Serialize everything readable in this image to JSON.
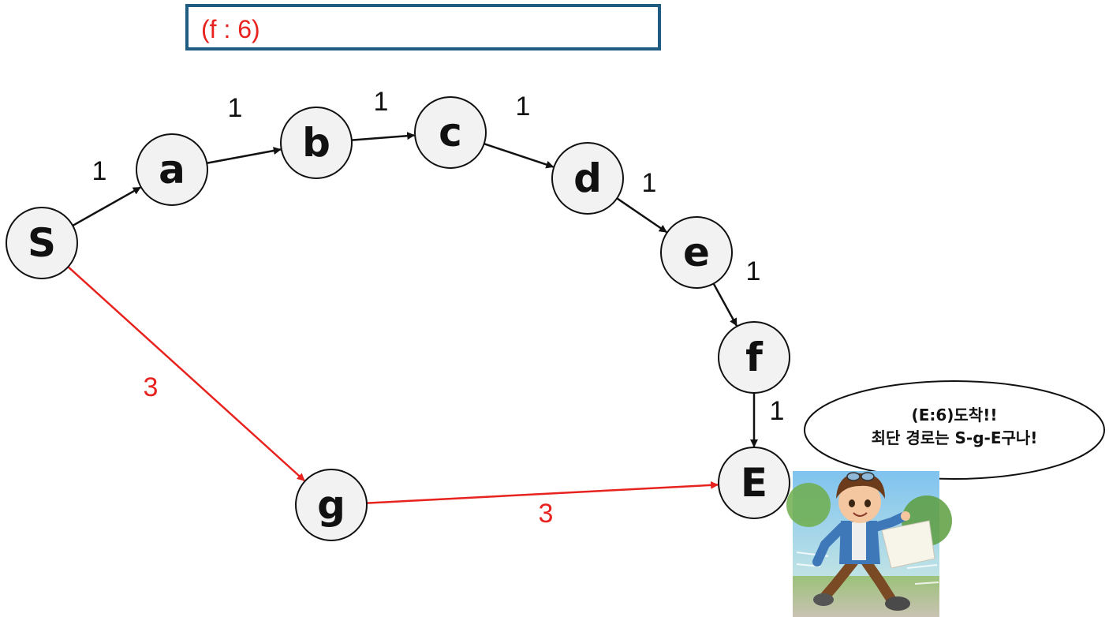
{
  "status": {
    "text": "(f : 6)"
  },
  "colors": {
    "node_fill": "#f2f2f2",
    "node_stroke": "#111111",
    "edge_default": "#111111",
    "edge_highlight": "#e8231f",
    "status_border": "#1f5c82",
    "status_text": "#e8231f"
  },
  "nodes": [
    {
      "id": "S",
      "label": "S"
    },
    {
      "id": "a",
      "label": "a"
    },
    {
      "id": "b",
      "label": "b"
    },
    {
      "id": "c",
      "label": "c"
    },
    {
      "id": "d",
      "label": "d"
    },
    {
      "id": "e",
      "label": "e"
    },
    {
      "id": "f",
      "label": "f"
    },
    {
      "id": "g",
      "label": "g"
    },
    {
      "id": "E",
      "label": "E"
    }
  ],
  "edges": [
    {
      "from": "S",
      "to": "a",
      "weight": "1",
      "highlight": false
    },
    {
      "from": "a",
      "to": "b",
      "weight": "1",
      "highlight": false
    },
    {
      "from": "b",
      "to": "c",
      "weight": "1",
      "highlight": false
    },
    {
      "from": "c",
      "to": "d",
      "weight": "1",
      "highlight": false
    },
    {
      "from": "d",
      "to": "e",
      "weight": "1",
      "highlight": false
    },
    {
      "from": "e",
      "to": "f",
      "weight": "1",
      "highlight": false
    },
    {
      "from": "f",
      "to": "E",
      "weight": "1",
      "highlight": false
    },
    {
      "from": "S",
      "to": "g",
      "weight": "3",
      "highlight": true
    },
    {
      "from": "g",
      "to": "E",
      "weight": "3",
      "highlight": true
    }
  ],
  "speech_bubble": {
    "line1": "(E:6)도착!!",
    "line2": "최단 경로는 S-g-E구나!"
  },
  "character": {
    "icon": "running-boy-illustration"
  }
}
